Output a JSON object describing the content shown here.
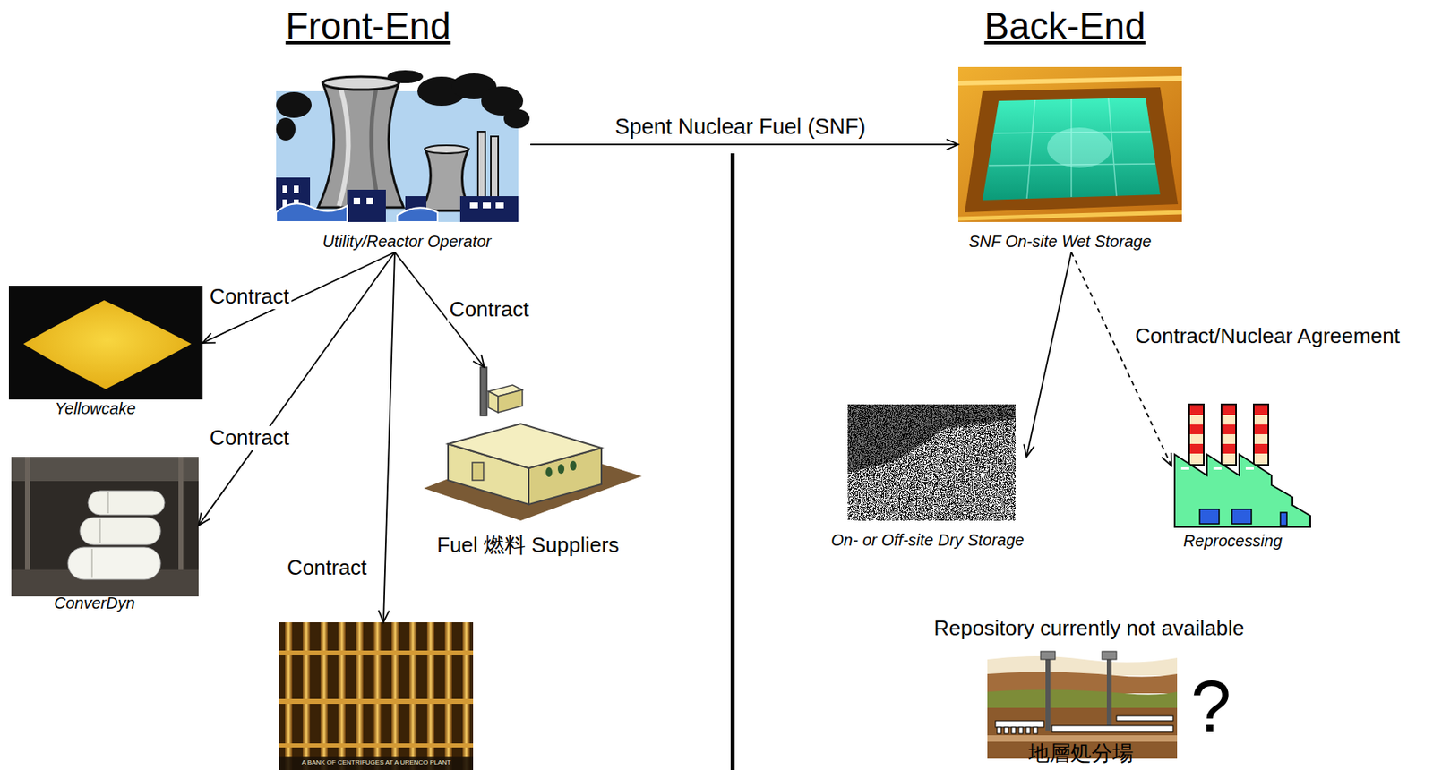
{
  "diagram": {
    "nodes": [
      {
        "text": [
          "Utility/Reactor Operator"
        ]
      },
      {
        "text": [
          "SNF On-site Wet Storage"
        ]
      },
      {
        "text": [
          "Yellowcake"
        ]
      },
      {
        "text": [
          "Fuel 燃料 Suppliers"
        ]
      },
      {
        "text": [
          "ConverDyn"
        ]
      },
      {
        "text": [
          "A BANK OF CENTRIFUGES AT A URENCO PLANT"
        ]
      },
      {
        "text": [
          "On- or Off-site Dry Storage"
        ]
      },
      {
        "text": [
          "Reprocessing"
        ]
      },
      {
        "text": [
          "Repository currently not available",
          "地層処分場",
          "?"
        ]
      }
    ],
    "edges": [
      {
        "from": 0,
        "to": 1,
        "label": "Spent Nuclear Fuel (SNF)",
        "arrow": "to"
      },
      {
        "from": 0,
        "to": 2,
        "label": "Contract",
        "arrow": "to"
      },
      {
        "from": 0,
        "to": 4,
        "label": "Contract",
        "arrow": "to"
      },
      {
        "from": 0,
        "to": 5,
        "label": "Contract",
        "arrow": "to"
      },
      {
        "from": 0,
        "to": 3,
        "label": "Contract",
        "arrow": "to"
      },
      {
        "from": 1,
        "to": 6,
        "arrow": "to"
      },
      {
        "from": 1,
        "to": 7,
        "label": "Contract/Nuclear Agreement",
        "arrow": "to"
      }
    ],
    "labels": [
      "Front-End",
      "Back-End"
    ]
  }
}
